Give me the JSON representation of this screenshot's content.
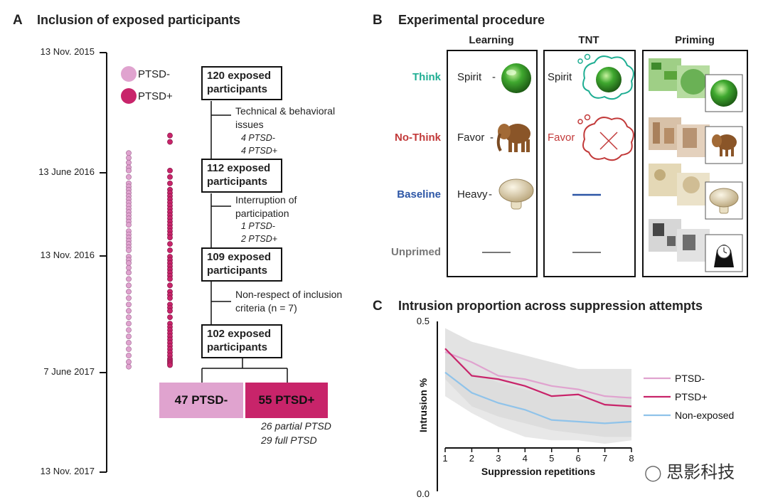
{
  "panel_a": {
    "letter": "A",
    "title": "Inclusion of exposed participants",
    "timeline_dates": [
      "13 Nov. 2015",
      "13 June 2016",
      "13 Nov. 2016",
      "7 June 2017",
      "13 Nov. 2017"
    ],
    "legend": [
      {
        "label": "PTSD-",
        "color": "#e0a3cf"
      },
      {
        "label": "PTSD+",
        "color": "#c8246a"
      }
    ],
    "flow": [
      {
        "text": "120 exposed participants"
      },
      {
        "text": "112 exposed participants"
      },
      {
        "text": "109 exposed participants"
      },
      {
        "text": "102 exposed participants"
      }
    ],
    "exclusions": [
      {
        "reason": "Technical & behavioral issues",
        "details": [
          "4 PTSD-",
          "4 PTSD+"
        ]
      },
      {
        "reason": "Interruption of participation",
        "details": [
          "1 PTSD-",
          "2 PTSD+"
        ]
      },
      {
        "reason": "Non-respect of inclusion criteria (n = 7)",
        "details": []
      }
    ],
    "groups": [
      {
        "label": "47 PTSD-",
        "color": "#e0a3cf"
      },
      {
        "label": "55 PTSD+",
        "color": "#c8246a"
      }
    ],
    "ptsd_plus_breakdown": [
      "26 partial PTSD",
      "29 full PTSD"
    ]
  },
  "panel_b": {
    "letter": "B",
    "title": "Experimental procedure",
    "columns": [
      "Learning",
      "TNT",
      "Priming"
    ],
    "conditions": [
      {
        "label": "Think",
        "color": "#1fae93",
        "cue": "Spirit",
        "tnt_cue": "Spirit"
      },
      {
        "label": "No-Think",
        "color": "#c23a3a",
        "cue": "Favor",
        "tnt_cue": "Favor"
      },
      {
        "label": "Baseline",
        "color": "#2d56a6",
        "cue": "Heavy",
        "tnt_cue": ""
      },
      {
        "label": "Unprimed",
        "color": "#777777",
        "cue": "",
        "tnt_cue": ""
      }
    ],
    "learning_dash": "-"
  },
  "panel_c": {
    "letter": "C",
    "title": "Intrusion proportion across suppression attempts"
  },
  "chart_data": {
    "type": "line",
    "title": "Intrusion proportion across suppression attempts",
    "xlabel": "Suppression repetitions",
    "ylabel": "Intrusion %",
    "x": [
      1,
      2,
      3,
      4,
      5,
      6,
      7,
      8
    ],
    "xlim": [
      1,
      8
    ],
    "ylim": [
      0.0,
      0.5
    ],
    "y_ticks": [
      "0.0",
      "0.5"
    ],
    "x_ticks": [
      "1",
      "2",
      "3",
      "4",
      "5",
      "6",
      "7",
      "8"
    ],
    "series": [
      {
        "name": "PTSD-",
        "color": "#e0a3cf",
        "values": [
          0.41,
          0.38,
          0.34,
          0.33,
          0.31,
          0.3,
          0.28,
          0.275
        ]
      },
      {
        "name": "PTSD+",
        "color": "#c8246a",
        "values": [
          0.42,
          0.34,
          0.33,
          0.31,
          0.28,
          0.285,
          0.255,
          0.25
        ]
      },
      {
        "name": "Non-exposed",
        "color": "#8fc3ea",
        "values": [
          0.35,
          0.29,
          0.26,
          0.24,
          0.21,
          0.205,
          0.2,
          0.205
        ]
      }
    ],
    "bands": [
      {
        "upper": [
          0.48,
          0.44,
          0.42,
          0.4,
          0.38,
          0.36,
          0.36,
          0.36
        ],
        "lower": [
          0.33,
          0.25,
          0.22,
          0.2,
          0.18,
          0.17,
          0.16,
          0.16
        ]
      },
      {
        "upper": [
          0.42,
          0.35,
          0.32,
          0.3,
          0.28,
          0.27,
          0.27,
          0.28
        ],
        "lower": [
          0.28,
          0.23,
          0.19,
          0.16,
          0.15,
          0.15,
          0.14,
          0.15
        ]
      }
    ],
    "legend_position": "right",
    "grid": false
  },
  "watermark": "思影科技",
  "dot_strips": {
    "ptsd_minus": [
      0.63,
      0.66,
      0.69,
      0.72,
      0.74,
      0.78,
      0.82,
      0.84,
      0.86,
      0.88,
      0.9,
      0.92,
      0.94,
      0.96,
      0.98,
      1.0,
      1.02,
      1.04,
      1.06,
      1.08,
      1.12,
      1.14,
      1.16,
      1.18,
      1.2,
      1.22,
      1.24,
      1.28,
      1.3,
      1.32,
      1.35,
      1.38,
      1.42,
      1.46,
      1.5,
      1.54,
      1.58,
      1.62,
      1.66,
      1.7,
      1.74,
      1.78,
      1.82,
      1.86,
      1.9,
      1.94,
      1.97
    ],
    "ptsd_plus": [
      0.52,
      0.56,
      0.74,
      0.78,
      0.82,
      0.86,
      0.88,
      0.9,
      0.92,
      0.94,
      0.96,
      0.98,
      1.0,
      1.02,
      1.04,
      1.06,
      1.08,
      1.1,
      1.12,
      1.14,
      1.16,
      1.2,
      1.24,
      1.28,
      1.3,
      1.32,
      1.34,
      1.36,
      1.38,
      1.4,
      1.42,
      1.46,
      1.5,
      1.52,
      1.54,
      1.58,
      1.6,
      1.62,
      1.66,
      1.7,
      1.72,
      1.74,
      1.76,
      1.78,
      1.8,
      1.82,
      1.84,
      1.86,
      1.88,
      1.9,
      1.92,
      1.93,
      1.94,
      1.95,
      1.96
    ]
  }
}
